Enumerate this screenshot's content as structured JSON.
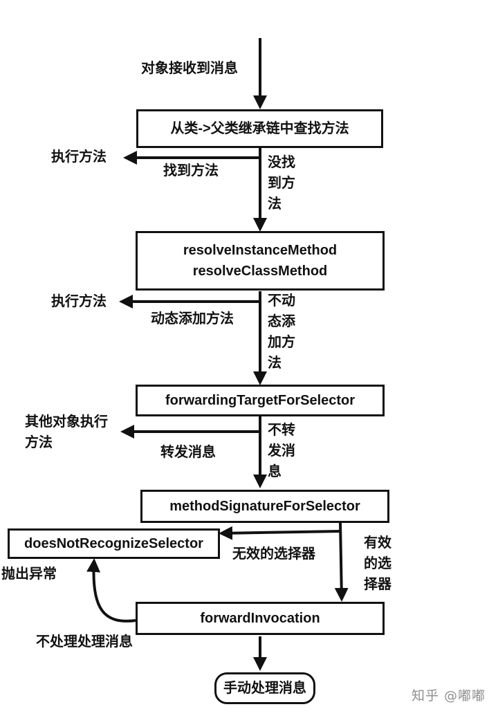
{
  "boxes": {
    "lookup": "从类->父类继承链中查找方法",
    "resolve_instance": "resolveInstanceMethod",
    "resolve_class": "resolveClassMethod",
    "forwarding_target": "forwardingTargetForSelector",
    "method_signature": "methodSignatureForSelector",
    "does_not_recognize": "doesNotRecognizeSelector",
    "forward_invocation": "forwardInvocation",
    "manual_handle": "手动处理消息"
  },
  "labels": {
    "object_receives_message": "对象接收到消息",
    "execute_method_1": "执行方法",
    "found_method": "找到方法",
    "method_not_found": "没找\n到方\n法",
    "execute_method_2": "执行方法",
    "dynamic_add_method": "动态添加方法",
    "no_dynamic_add": "不动\n态添\n加方\n法",
    "other_object_execute": "其他对象执行\n方法",
    "forward_message": "转发消息",
    "no_forward": "不转\n发消\n息",
    "invalid_selector": "无效的选择器",
    "valid_selector": "有效\n的选\n择器",
    "throw_exception": "抛出异常",
    "not_handle_message": "不处理处理消息"
  },
  "watermark": "知乎 @嘟嘟",
  "colors": {
    "line": "#111111",
    "watermark": "#8f8f8f"
  }
}
